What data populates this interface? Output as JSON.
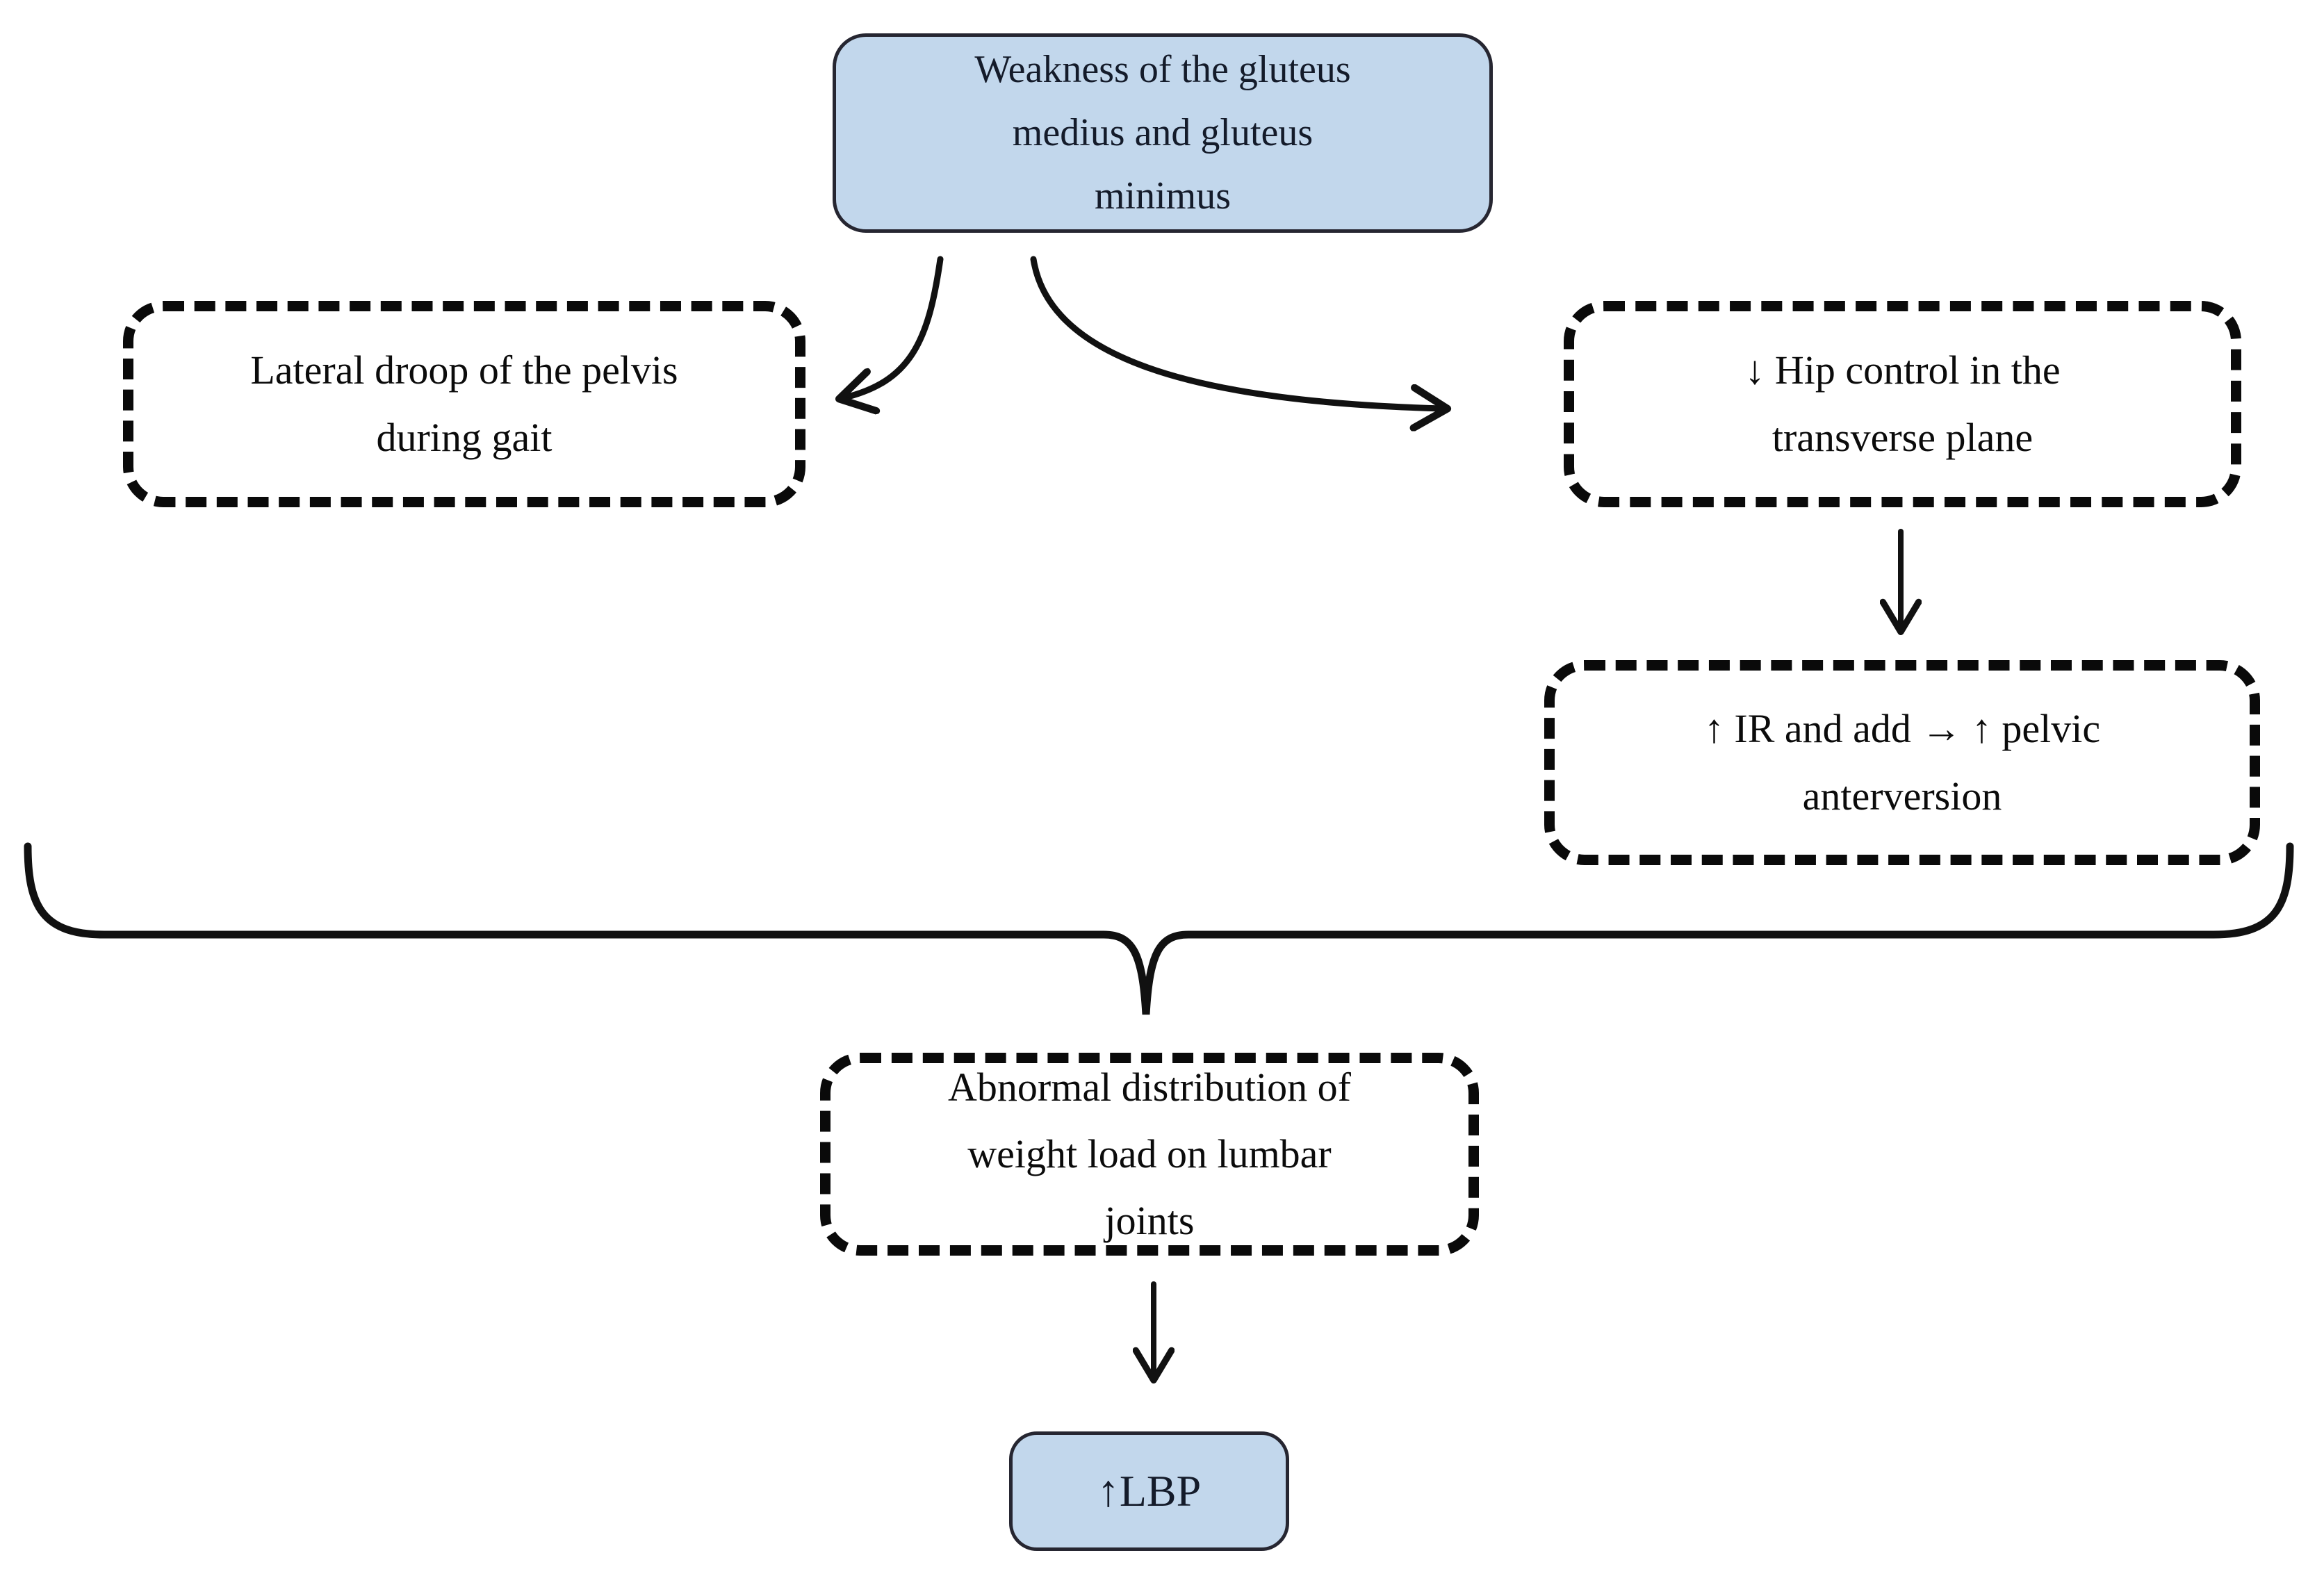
{
  "diagram": {
    "title_implicit": "Mechanism linking gluteal weakness to low back pain",
    "colors": {
      "background": "#ffffff",
      "node_fill": "#c2d7ec",
      "node_border": "#262631",
      "dashed_border": "#0a0a0a",
      "connector": "#111111",
      "text_solid_node": "#141b2a",
      "text_dashed_node": "#0b0b0b"
    },
    "nodes": {
      "weakness": {
        "label": "Weakness of the gluteus\nmedius and gluteus\nminimus",
        "style": "solid-rounded"
      },
      "lateral_droop": {
        "label": "Lateral droop of the pelvis\nduring gait",
        "style": "dashed-rounded"
      },
      "hip_control": {
        "label": "↓ Hip control in the\ntransverse plane",
        "style": "dashed-rounded"
      },
      "ir_add": {
        "label": "↑ IR and add → ↑ pelvic\nanterversion",
        "style": "dashed-rounded"
      },
      "abnormal_distribution": {
        "label": "Abnormal distribution of\nweight load on lumbar\njoints",
        "style": "dashed-rounded"
      },
      "lbp": {
        "label": "↑LBP",
        "style": "solid-rounded"
      }
    },
    "edges": [
      {
        "from": "weakness",
        "to": "lateral_droop",
        "type": "curved-arrow"
      },
      {
        "from": "weakness",
        "to": "hip_control",
        "type": "curved-arrow"
      },
      {
        "from": "hip_control",
        "to": "ir_add",
        "type": "straight-arrow"
      },
      {
        "from": "lateral_droop + ir_add",
        "to": "abnormal_distribution",
        "type": "brace"
      },
      {
        "from": "abnormal_distribution",
        "to": "lbp",
        "type": "straight-arrow"
      }
    ]
  }
}
